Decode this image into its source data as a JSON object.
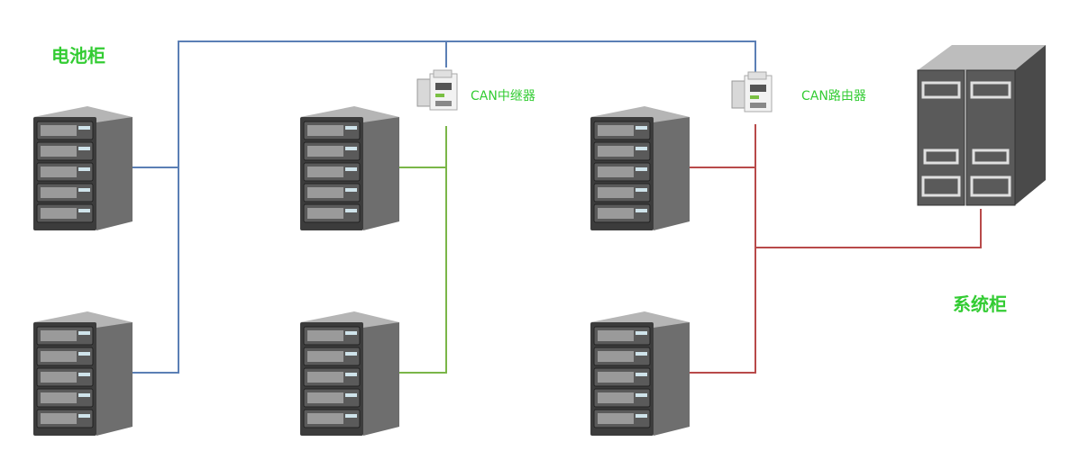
{
  "labels": {
    "battery_cabinet": "电池柜",
    "system_cabinet": "系统柜",
    "can_repeater": "CAN中继器",
    "can_router": "CAN路由器"
  },
  "colors": {
    "blue_line": "#5b7fb5",
    "green_line": "#7ab648",
    "red_line": "#b84a4a",
    "label_green": "#33cc33",
    "server_body": "#6b6b6b",
    "server_front": "#3a3a3a",
    "server_top": "#a8a8a8",
    "cabinet_front": "#5a5a5a",
    "cabinet_side": "#444444"
  },
  "icons": {
    "battery_rack": "server-rack-icon",
    "system_cabinet": "cabinet-icon",
    "can_device": "din-rail-module-icon"
  }
}
